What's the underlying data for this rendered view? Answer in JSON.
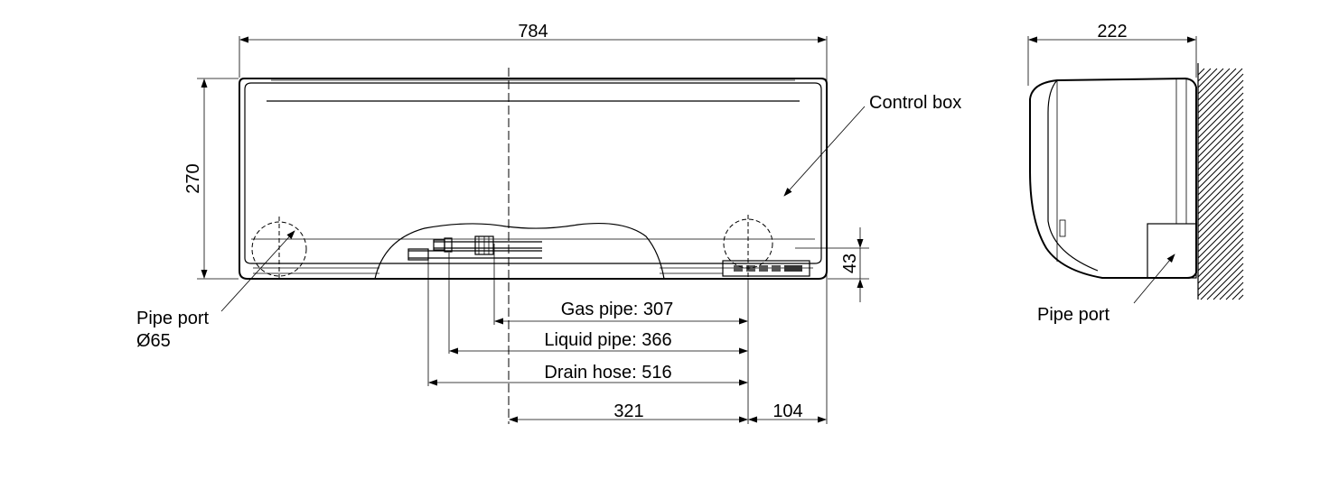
{
  "front_view": {
    "width_dim": "784",
    "height_dim": "270",
    "bottom_offset_dim": "43",
    "control_box_label": "Control box",
    "pipe_port_label": "Pipe port",
    "pipe_port_diameter": "Ø65",
    "gas_pipe": "Gas pipe: 307",
    "liquid_pipe": "Liquid pipe: 366",
    "drain_hose": "Drain hose: 516",
    "center_offset_dim": "321",
    "right_offset_dim": "104"
  },
  "side_view": {
    "depth_dim": "222",
    "pipe_port_label": "Pipe port"
  }
}
